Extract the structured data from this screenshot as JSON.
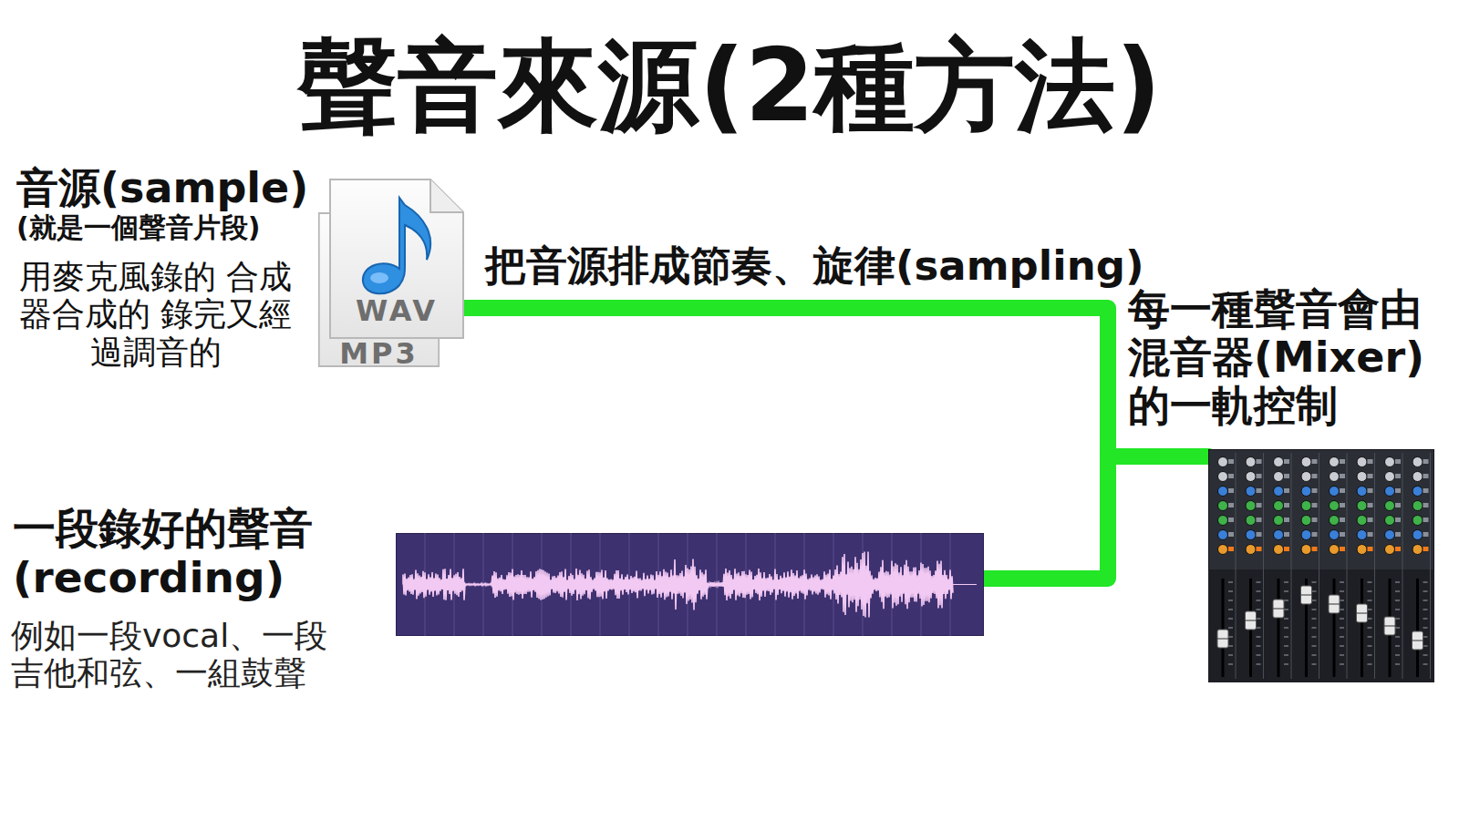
{
  "diagram": {
    "title": "聲音來源(2種方法)",
    "nodes": [
      {
        "text": [
          "WAV"
        ]
      },
      {
        "text": [
          "MP3"
        ]
      },
      {
        "text": [
          "一段錄好的聲音 (recording)",
          "例如一段vocal、一段 吉他和弦、一組鼓聲"
        ]
      },
      {
        "text": [
          "每一種聲音會由 混音器(Mixer) 的一軌控制"
        ]
      }
    ],
    "edges": [
      {
        "from": 0,
        "to": 3,
        "arrow": "none",
        "label": "把音源排成節奏、旋律(sampling)"
      },
      {
        "from": 2,
        "to": 3,
        "arrow": "none"
      }
    ],
    "labels": [
      "音源(sample)",
      "(就是一個聲音片段)",
      "用麥克風錄的 合成器合成的 錄完又經過調音的"
    ]
  }
}
